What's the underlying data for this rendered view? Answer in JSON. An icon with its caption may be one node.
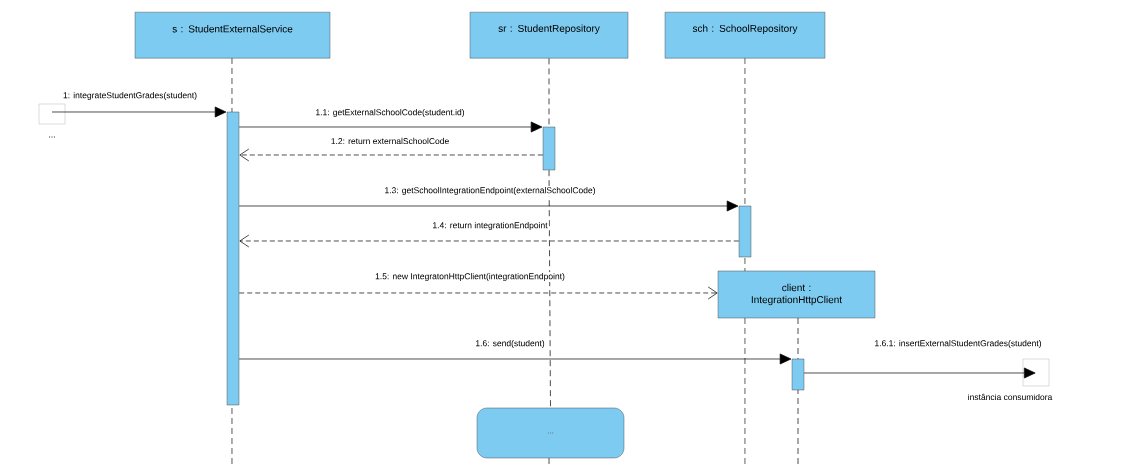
{
  "diagram": {
    "nodes": [
      {
        "text": [
          "s : StudentExternalService"
        ]
      },
      {
        "text": [
          "sr : StudentRepository"
        ]
      },
      {
        "text": [
          "sch : SchoolRepository"
        ]
      },
      {
        "text": [],
        "shape": "box",
        "beside": [
          "..."
        ]
      },
      {
        "text": [],
        "shape": "bar"
      },
      {
        "text": [],
        "shape": "bar"
      },
      {
        "text": [],
        "shape": "bar"
      },
      {
        "text": [
          "client : IntegrationHttpClient"
        ]
      },
      {
        "text": [],
        "shape": "bar"
      },
      {
        "text": [],
        "shape": "box",
        "beside": [
          "instância consumidora"
        ]
      },
      {
        "text": [
          "..."
        ]
      }
    ],
    "edges": [
      {
        "from": 3,
        "to": 4,
        "arrow": "to",
        "label": "1: integrateStudentGrades(student)"
      },
      {
        "from": 4,
        "to": 5,
        "arrow": "to",
        "label": "1.1: getExternalSchoolCode(student.id)"
      },
      {
        "from": 5,
        "to": 4,
        "arrow": "to",
        "label": "1.2: return externalSchoolCode",
        "style": "dashed"
      },
      {
        "from": 4,
        "to": 6,
        "arrow": "to",
        "label": "1.3: getSchoolIntegrationEndpoint(externalSchoolCode)"
      },
      {
        "from": 6,
        "to": 4,
        "arrow": "to",
        "label": "1.4: return integrationEndpoint",
        "style": "dashed"
      },
      {
        "from": 4,
        "to": 7,
        "arrow": "to",
        "label": "1.5: new IntegratonHttpClient(integrationEndpoint)",
        "style": "dashed"
      },
      {
        "from": 4,
        "to": 8,
        "arrow": "to",
        "label": "1.6: send(student)"
      },
      {
        "from": 8,
        "to": 9,
        "arrow": "to",
        "label": "1.6.1: insertExternalStudentGrades(student)"
      },
      {
        "from": 1,
        "to": 5,
        "arrow": "none",
        "style": "dashed"
      },
      {
        "from": 5,
        "to": 10,
        "arrow": "none",
        "style": "dashed"
      }
    ]
  }
}
